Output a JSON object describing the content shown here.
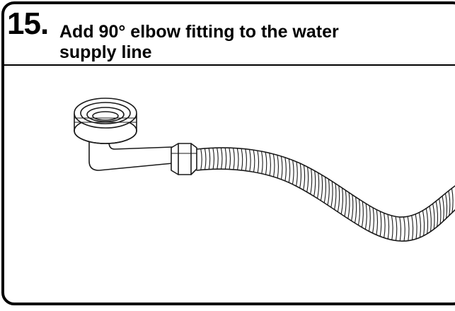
{
  "step": {
    "number": "15.",
    "title_line1": "Add 90° elbow fitting to the water",
    "title_line2": "supply line"
  },
  "illustration": {
    "subject": "elbow-fitting-with-supply-hose",
    "stroke_color": "#1a1a1a",
    "fill_color": "#ffffff"
  }
}
